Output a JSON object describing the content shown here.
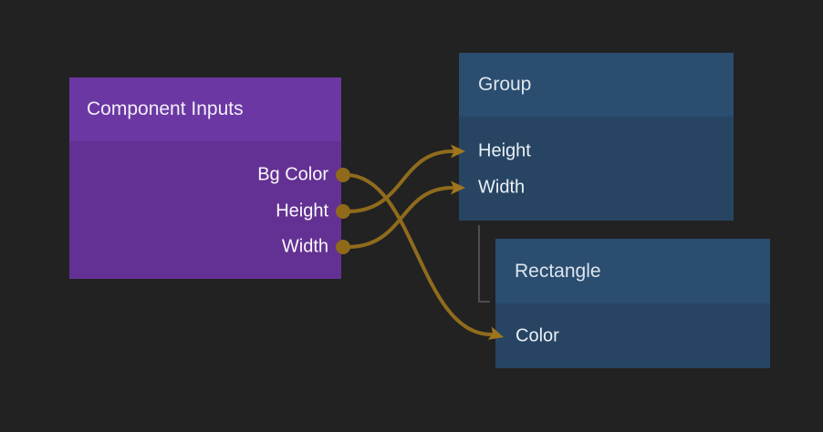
{
  "canvas": {
    "background": "#222222"
  },
  "nodes": [
    {
      "id": "component-inputs",
      "title": "Component Inputs",
      "role": "source",
      "ports": [
        {
          "label": "Bg Color",
          "direction": "output"
        },
        {
          "label": "Height",
          "direction": "output"
        },
        {
          "label": "Width",
          "direction": "output"
        }
      ]
    },
    {
      "id": "group",
      "title": "Group",
      "role": "target",
      "ports": [
        {
          "label": "Height",
          "direction": "input"
        },
        {
          "label": "Width",
          "direction": "input"
        }
      ]
    },
    {
      "id": "rectangle",
      "title": "Rectangle",
      "role": "target",
      "ports": [
        {
          "label": "Color",
          "direction": "input"
        }
      ]
    }
  ],
  "connections": [
    {
      "from": "Component Inputs.Bg Color",
      "to": "Rectangle.Color"
    },
    {
      "from": "Component Inputs.Height",
      "to": "Group.Height"
    },
    {
      "from": "Component Inputs.Width",
      "to": "Group.Width"
    }
  ],
  "hierarchy_link": {
    "from": "Group",
    "to": "Rectangle"
  },
  "colors": {
    "background": "#222222",
    "purple_header": "#6B38A3",
    "purple_body": "#633193",
    "blue_header": "#2A4D70",
    "blue_body": "#274563",
    "wire": "#8F6B1C",
    "port_dot": "#8E6A1A",
    "arrowhead": "#A0761D",
    "hierarchy_line": "#4D4D4D"
  }
}
